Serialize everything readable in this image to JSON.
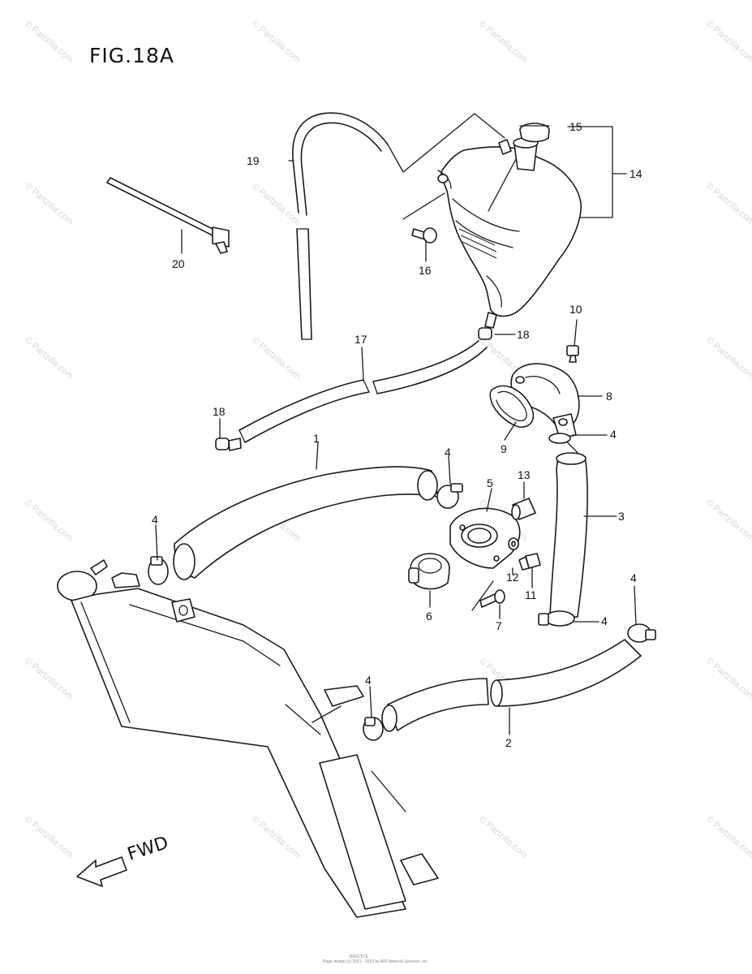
{
  "figure": {
    "title": "FIG.18A",
    "direction_label": "FWD",
    "watermark": "© Partzilla.com",
    "footer_code": "2065C5TE",
    "footer_text": "Page design (c) 2001 - 2019 by ARI Network Services, Inc."
  },
  "callouts": [
    {
      "id": "c1",
      "label": "1"
    },
    {
      "id": "c2",
      "label": "2"
    },
    {
      "id": "c3",
      "label": "3"
    },
    {
      "id": "c4a",
      "label": "4"
    },
    {
      "id": "c4b",
      "label": "4"
    },
    {
      "id": "c4c",
      "label": "4"
    },
    {
      "id": "c4d",
      "label": "4"
    },
    {
      "id": "c4e",
      "label": "4"
    },
    {
      "id": "c4f",
      "label": "4"
    },
    {
      "id": "c5",
      "label": "5"
    },
    {
      "id": "c6",
      "label": "6"
    },
    {
      "id": "c7",
      "label": "7"
    },
    {
      "id": "c8",
      "label": "8"
    },
    {
      "id": "c9",
      "label": "9"
    },
    {
      "id": "c10",
      "label": "10"
    },
    {
      "id": "c11",
      "label": "11"
    },
    {
      "id": "c12",
      "label": "12"
    },
    {
      "id": "c13",
      "label": "13"
    },
    {
      "id": "c14",
      "label": "14"
    },
    {
      "id": "c15",
      "label": "15"
    },
    {
      "id": "c16",
      "label": "16"
    },
    {
      "id": "c17",
      "label": "17"
    },
    {
      "id": "c18a",
      "label": "18"
    },
    {
      "id": "c18b",
      "label": "18"
    },
    {
      "id": "c19",
      "label": "19"
    },
    {
      "id": "c20",
      "label": "20"
    }
  ]
}
